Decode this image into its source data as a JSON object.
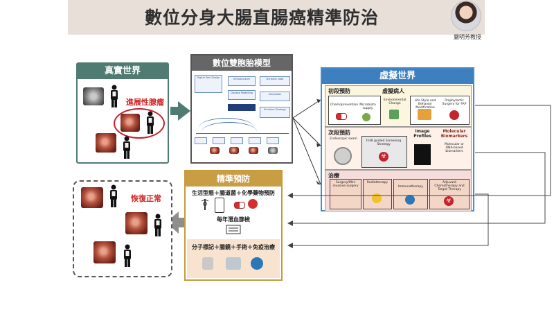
{
  "slide": {
    "title": "數位分身大腸直腸癌精準防治",
    "presenter": "嚴明芳教授"
  },
  "real_world": {
    "header": "真實世界",
    "advanced_adenoma_label": "進展性腺瘤"
  },
  "digital_twin": {
    "header": "數位雙胞胎模型",
    "flow_boxes": [
      "Digital Twin Design",
      "Infrastructure",
      "Disease Modelling",
      "Dynamic Data",
      "Simulation",
      "Precision Strategy"
    ]
  },
  "virtual_world": {
    "header": "虛擬世界",
    "primary": {
      "label": "初段預防",
      "virtual_patient_label": "虛擬病人",
      "items": [
        "Chemoprevention",
        "Microbiota supply",
        "Environmental Change",
        "Life Style and Behavior Modification",
        "Prophylactic Surgery for FAP"
      ]
    },
    "secondary": {
      "label": "次段預防",
      "image_profiles_label": "Image Profiles",
      "molecular_label": "Molecular Biomarkers",
      "items": [
        "Endoscopic exam",
        "F.HB guided Screening Strategy",
        "Molecular or DNA-based biomarkers"
      ]
    },
    "treatment": {
      "label": "治療",
      "items": [
        "Surgery/Mini invasive surgery",
        "Radiotherapy",
        "Immunotherapy",
        "Adjuvant Chemotherapy and Target Therapy"
      ]
    }
  },
  "precision_prevention": {
    "header": "精準預防",
    "line1": "生活型態＋腸道菌＋化學藥物預防",
    "line2": "每年潛血篩檢",
    "line3": "分子標記＋腸鏡＋手術＋免疫治療"
  },
  "normal_state": {
    "label": "恢復正常"
  },
  "colors": {
    "real_world": "#4f7b72",
    "virtual_world": "#3d7fbf",
    "precision": "#c99d44",
    "title_bar": "#e8dfd9"
  }
}
